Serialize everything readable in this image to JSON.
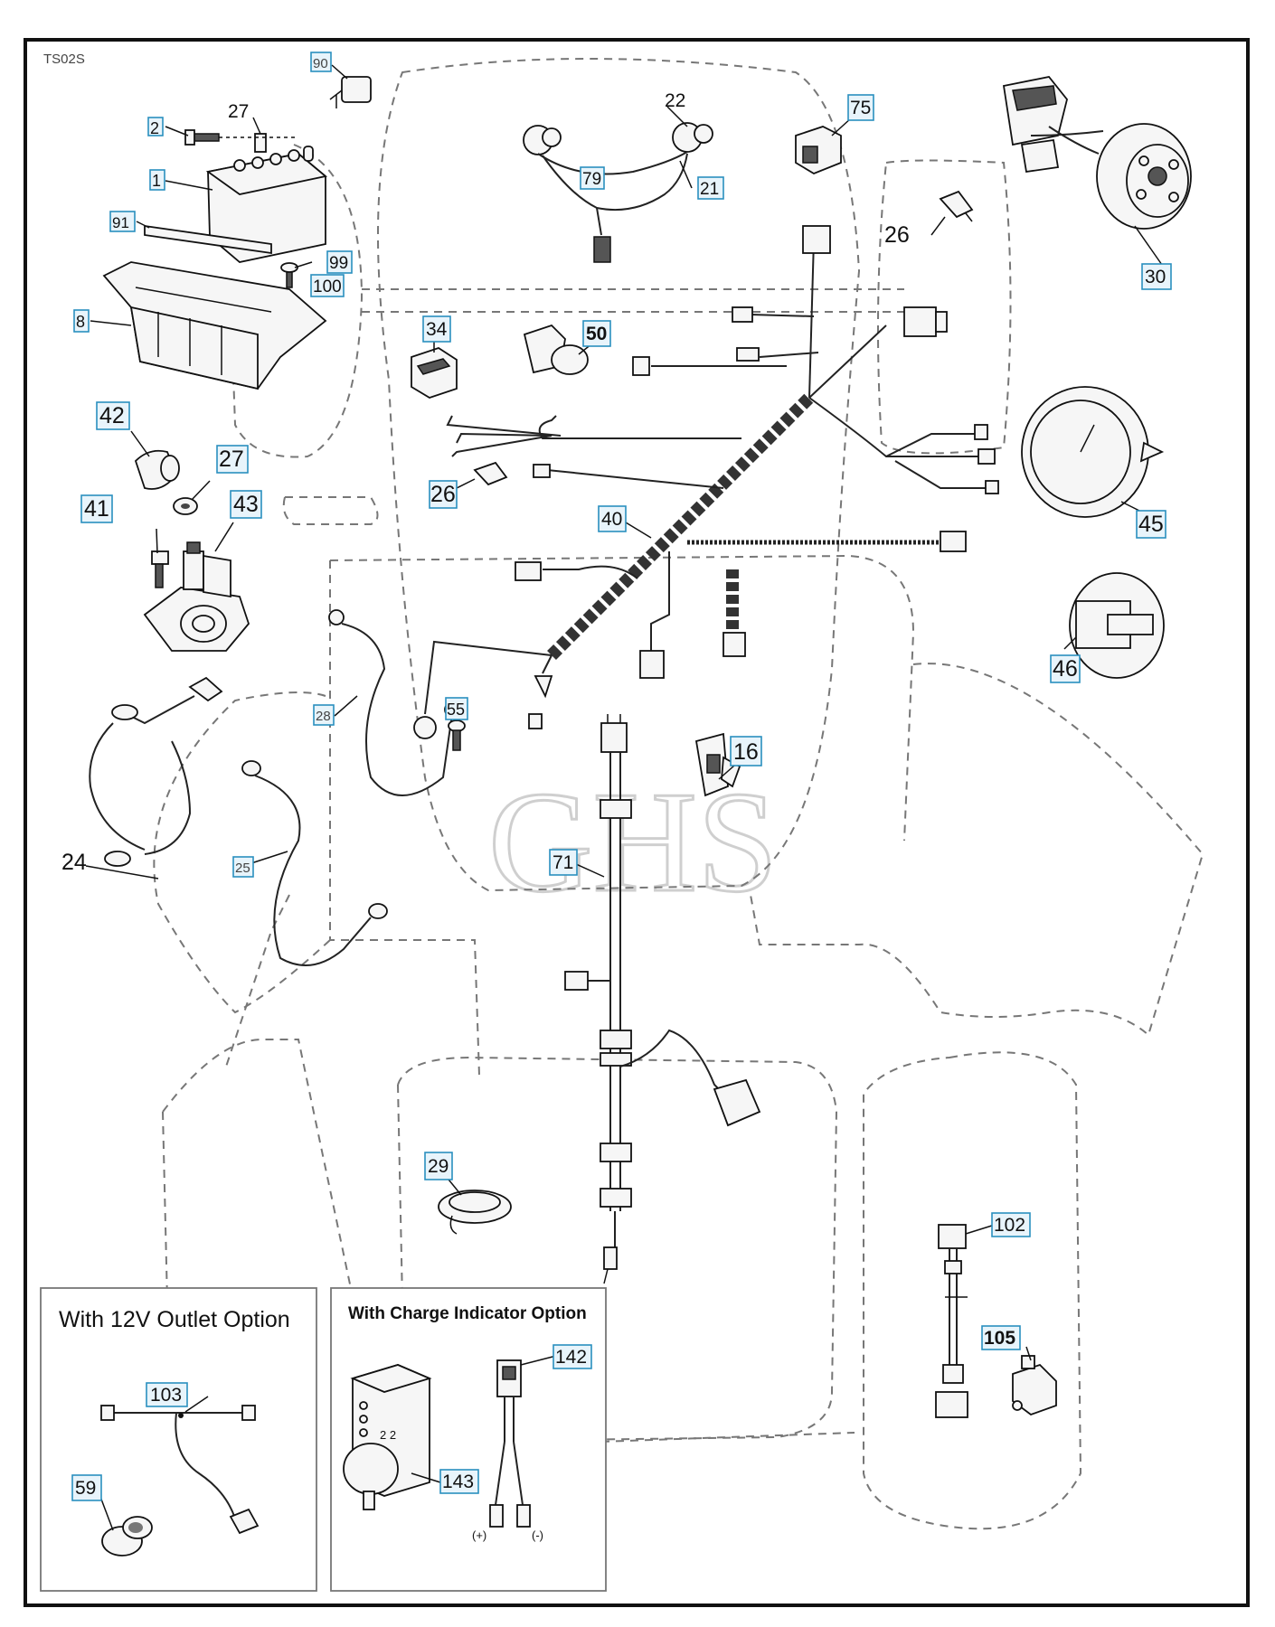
{
  "diagram_code": "TS02S",
  "watermark": "GHS",
  "insets": {
    "outlet_title": "With 12V Outlet Option",
    "charge_title": "With Charge Indicator Option",
    "polarity_plus": "(+)",
    "polarity_minus": "(-)"
  },
  "callouts": [
    {
      "id": "c90",
      "text": "90"
    },
    {
      "id": "c2",
      "text": "2"
    },
    {
      "id": "c27a",
      "text": "27"
    },
    {
      "id": "c1",
      "text": "1"
    },
    {
      "id": "c91",
      "text": "91"
    },
    {
      "id": "c99",
      "text": "99"
    },
    {
      "id": "c100",
      "text": "100"
    },
    {
      "id": "c8",
      "text": "8"
    },
    {
      "id": "c22",
      "text": "22"
    },
    {
      "id": "c79",
      "text": "79"
    },
    {
      "id": "c21",
      "text": "21"
    },
    {
      "id": "c75",
      "text": "75"
    },
    {
      "id": "c30",
      "text": "30"
    },
    {
      "id": "c26a",
      "text": "26"
    },
    {
      "id": "c34",
      "text": "34"
    },
    {
      "id": "c50",
      "text": "50"
    },
    {
      "id": "c42",
      "text": "42"
    },
    {
      "id": "c27b",
      "text": "27"
    },
    {
      "id": "c41",
      "text": "41"
    },
    {
      "id": "c43",
      "text": "43"
    },
    {
      "id": "c26b",
      "text": "26"
    },
    {
      "id": "c40",
      "text": "40"
    },
    {
      "id": "c45",
      "text": "45"
    },
    {
      "id": "c46",
      "text": "46"
    },
    {
      "id": "c28",
      "text": "28"
    },
    {
      "id": "c55",
      "text": "55"
    },
    {
      "id": "c16",
      "text": "16"
    },
    {
      "id": "c24",
      "text": "24"
    },
    {
      "id": "c25",
      "text": "25"
    },
    {
      "id": "c71",
      "text": "71"
    },
    {
      "id": "c29",
      "text": "29"
    },
    {
      "id": "c102",
      "text": "102"
    },
    {
      "id": "c105",
      "text": "105"
    },
    {
      "id": "c103",
      "text": "103"
    },
    {
      "id": "c59",
      "text": "59"
    },
    {
      "id": "c142",
      "text": "142"
    },
    {
      "id": "c143",
      "text": "143"
    }
  ]
}
